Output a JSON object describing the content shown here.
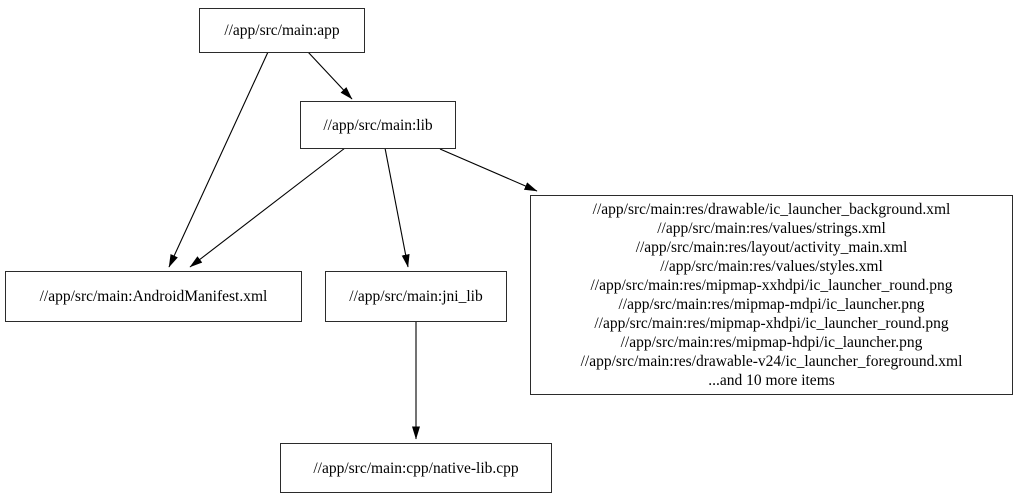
{
  "diagram": {
    "type": "dependency-graph",
    "background_color": "#ffffff",
    "node_border_color": "#000000",
    "edge_color": "#000000",
    "nodes": {
      "app": {
        "label": "//app/src/main:app"
      },
      "lib": {
        "label": "//app/src/main:lib"
      },
      "android_manifest": {
        "label": "//app/src/main:AndroidManifest.xml"
      },
      "jni_lib": {
        "label": "//app/src/main:jni_lib"
      },
      "res_group": {
        "lines": [
          "//app/src/main:res/drawable/ic_launcher_background.xml",
          "//app/src/main:res/values/strings.xml",
          "//app/src/main:res/layout/activity_main.xml",
          "//app/src/main:res/values/styles.xml",
          "//app/src/main:res/mipmap-xxhdpi/ic_launcher_round.png",
          "//app/src/main:res/mipmap-mdpi/ic_launcher.png",
          "//app/src/main:res/mipmap-xhdpi/ic_launcher_round.png",
          "//app/src/main:res/mipmap-hdpi/ic_launcher.png",
          "//app/src/main:res/drawable-v24/ic_launcher_foreground.xml",
          "...and 10 more items"
        ]
      },
      "native_lib_cpp": {
        "label": "//app/src/main:cpp/native-lib.cpp"
      }
    },
    "edges": [
      {
        "from": "//app/src/main:app",
        "to": "//app/src/main:AndroidManifest.xml"
      },
      {
        "from": "//app/src/main:app",
        "to": "//app/src/main:lib"
      },
      {
        "from": "//app/src/main:lib",
        "to": "//app/src/main:AndroidManifest.xml"
      },
      {
        "from": "//app/src/main:lib",
        "to": "//app/src/main:jni_lib"
      },
      {
        "from": "//app/src/main:lib",
        "to": "res-file-group"
      },
      {
        "from": "//app/src/main:jni_lib",
        "to": "//app/src/main:cpp/native-lib.cpp"
      }
    ]
  }
}
